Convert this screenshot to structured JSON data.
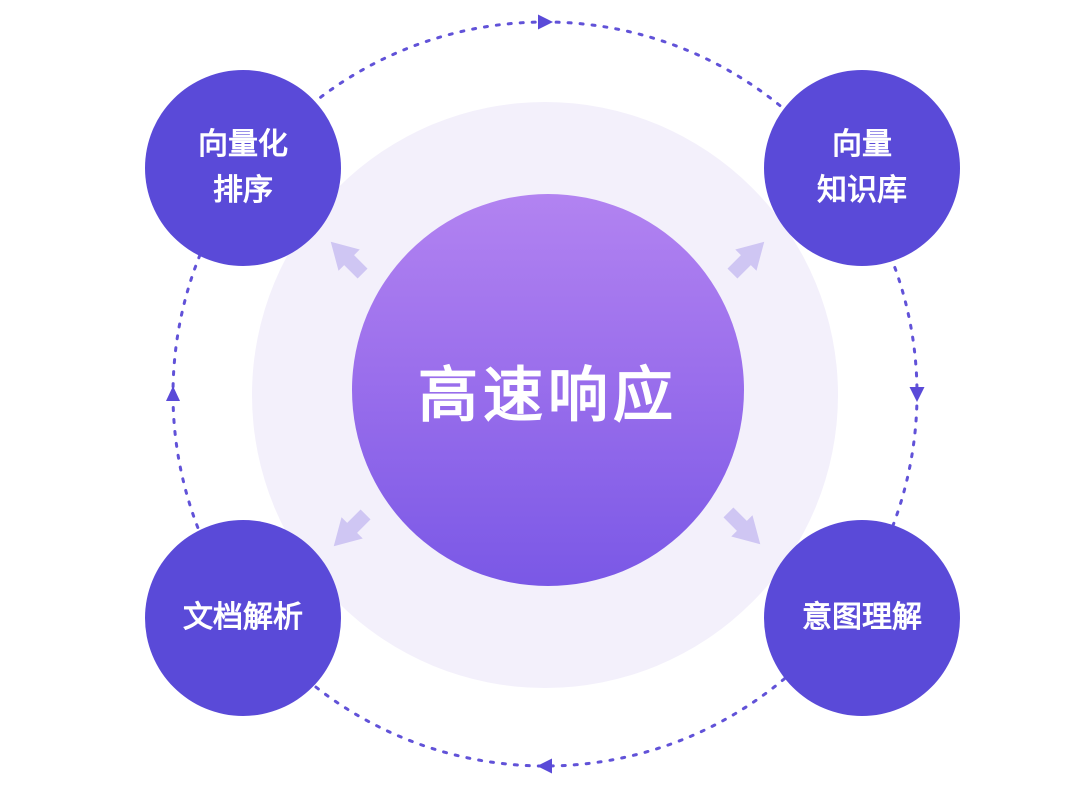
{
  "center": {
    "label": "高速响应"
  },
  "satellites": [
    {
      "name": "vector-ranking",
      "lines": [
        "向量化",
        "排序"
      ]
    },
    {
      "name": "vector-knowledge-base",
      "lines": [
        "向量",
        "知识库"
      ]
    },
    {
      "name": "document-parsing",
      "lines": [
        "文档解析"
      ]
    },
    {
      "name": "intent-understanding",
      "lines": [
        "意图理解"
      ]
    }
  ],
  "icons": {
    "outward_arrow": "arrow-outward-icon",
    "rotation_marker": "triangle-rotation-icon"
  },
  "colors": {
    "background": "#ffffff",
    "halo_fill": "#f3f0fb",
    "satellite_fill": "#5a4ad8",
    "dashed_ring": "#6152d8",
    "arrow_fill": "#cfc6f3",
    "center_gradient_top": "#b283f1",
    "center_gradient_bottom": "#7a58e6",
    "text": "#ffffff"
  }
}
